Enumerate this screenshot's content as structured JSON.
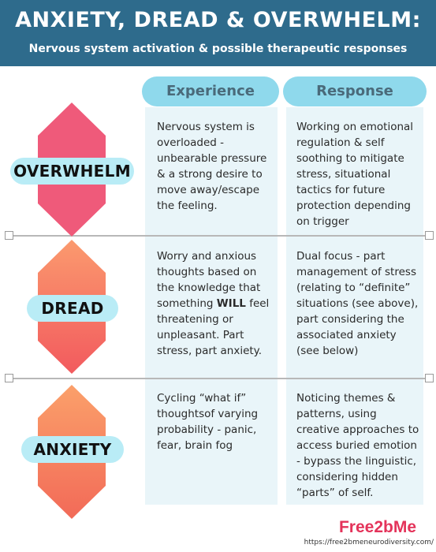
{
  "header": {
    "title": "ANXIETY, DREAD & OVERWHELM:",
    "subtitle": "Nervous system activation & possible therapeutic responses"
  },
  "columns": {
    "experience": "Experience",
    "response": "Response"
  },
  "rows": [
    {
      "label": "OVERWHELM",
      "experience": "Nervous system is overloaded - unbearable pressure & a strong desire to move away/escape the feeling.",
      "response": "Working on emotional regulation & self soothing to mitigate stress, situational tactics for future protection depending on trigger"
    },
    {
      "label": "DREAD",
      "experience_before": "Worry and anxious thoughts based on the knowledge that something ",
      "experience_bold": "WILL",
      "experience_after": " feel threatening or unpleasant. Part stress, part anxiety.",
      "response": "Dual focus - part management of stress (relating to “definite” situations (see above), part considering the associated anxiety (see below)"
    },
    {
      "label": "ANXIETY",
      "experience": "Cycling “what if” thoughtsof varying probability -  panic, fear, brain fog",
      "response": "Noticing themes & patterns, using creative approaches to access buried emotion - bypass the linguistic, considering hidden “parts” of self."
    }
  ],
  "footer": {
    "brand": "Free2bMe",
    "url": "https://free2bmeneurodiversity.com/"
  },
  "colors": {
    "header_bg": "#2e6b8c",
    "column_head": "#8fd9ec",
    "column_bg": "#e9f5f9",
    "pill": "#b9ecf6",
    "overwhelm": "#ef5a7a",
    "dread": "#f57a6a",
    "anxiety": "#f68a5a",
    "brand": "#e4335a"
  }
}
